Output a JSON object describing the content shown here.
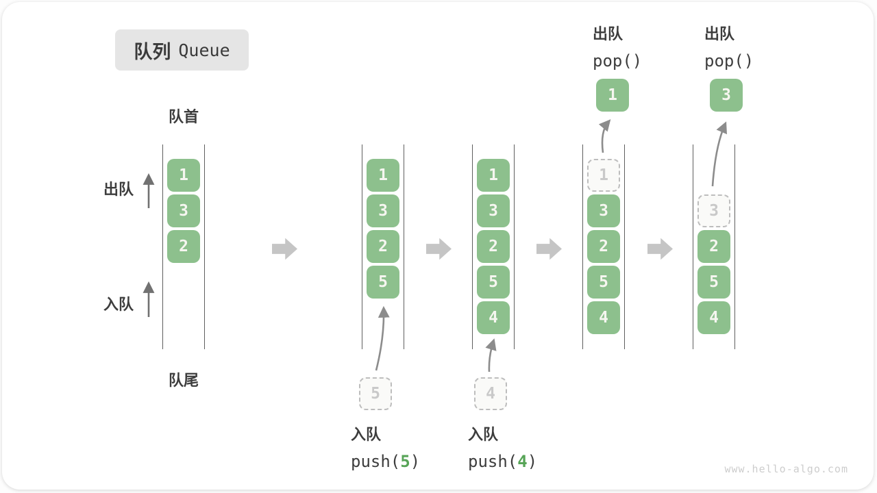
{
  "title": {
    "zh": "队列",
    "en": "Queue"
  },
  "structure_labels": {
    "front": "队首",
    "rear": "队尾",
    "dequeue_side": "出队",
    "enqueue_side": "入队"
  },
  "states": [
    {
      "items": [
        "1",
        "3",
        "2"
      ]
    },
    {
      "items": [
        "1",
        "3",
        "2",
        "5"
      ],
      "incoming": "5"
    },
    {
      "items": [
        "1",
        "3",
        "2",
        "5",
        "4"
      ],
      "incoming": "4"
    },
    {
      "items": [
        "3",
        "2",
        "5",
        "4"
      ],
      "removed": "1",
      "popped": "1"
    },
    {
      "items": [
        "2",
        "5",
        "4"
      ],
      "removed": "3",
      "popped": "3"
    }
  ],
  "ops": {
    "enqueue": [
      {
        "label": "入队",
        "fn": "push(",
        "arg": "5",
        "close": ")"
      },
      {
        "label": "入队",
        "fn": "push(",
        "arg": "4",
        "close": ")"
      }
    ],
    "dequeue": [
      {
        "label": "出队",
        "fn": "pop()"
      },
      {
        "label": "出队",
        "fn": "pop()"
      }
    ]
  },
  "colors": {
    "element_green": "#8DC08D",
    "pending_border_gray": "#BDBDBD",
    "block_arrow_gray": "#C5C5C5",
    "code_arg_green": "#57A457",
    "title_badge_bg": "#E5E5E5",
    "text_dark": "#3D3D3D"
  },
  "watermark": "www.hello-algo.com"
}
